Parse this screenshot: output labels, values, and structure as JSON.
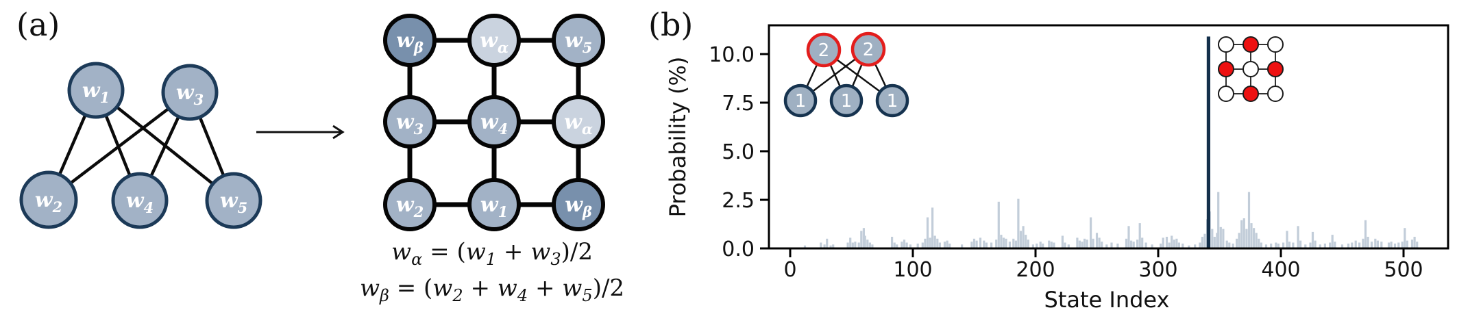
{
  "panel_a": {
    "label": "(a)",
    "left_graph": {
      "nodes": [
        {
          "base": "w",
          "sub": "1"
        },
        {
          "base": "w",
          "sub": "3"
        },
        {
          "base": "w",
          "sub": "2"
        },
        {
          "base": "w",
          "sub": "4"
        },
        {
          "base": "w",
          "sub": "5"
        }
      ]
    },
    "grid_graph": {
      "nodes": [
        {
          "base": "w",
          "sub": "β",
          "shade": "dark"
        },
        {
          "base": "w",
          "sub": "α",
          "shade": "light"
        },
        {
          "base": "w",
          "sub": "5",
          "shade": "medium"
        },
        {
          "base": "w",
          "sub": "3",
          "shade": "medium"
        },
        {
          "base": "w",
          "sub": "4",
          "shade": "medium"
        },
        {
          "base": "w",
          "sub": "α",
          "shade": "light"
        },
        {
          "base": "w",
          "sub": "2",
          "shade": "medium"
        },
        {
          "base": "w",
          "sub": "1",
          "shade": "medium"
        },
        {
          "base": "w",
          "sub": "β",
          "shade": "dark"
        }
      ]
    },
    "equations": {
      "eq1": {
        "w1": "w",
        "sub1": "α",
        "mid1": " = (",
        "w2": "w",
        "sub2": "1",
        "mid2": " + ",
        "w3": "w",
        "sub3": "3",
        "end": ")/2"
      },
      "eq2": {
        "w1": "w",
        "sub1": "β",
        "mid1": " = (",
        "w2": "w",
        "sub2": "2",
        "mid2": " + ",
        "w3": "w",
        "sub3": "4",
        "mid3": " + ",
        "w4": "w",
        "sub4": "5",
        "end": ")/2"
      }
    }
  },
  "panel_b": {
    "label": "(b)",
    "ylabel": "Probability (%)",
    "xlabel": "State Index",
    "y_ticks": [
      {
        "v": 0,
        "label": "0.0"
      },
      {
        "v": 2.5,
        "label": "2.5"
      },
      {
        "v": 5,
        "label": "5.0"
      },
      {
        "v": 7.5,
        "label": "7.5"
      },
      {
        "v": 10,
        "label": "10.0"
      }
    ],
    "x_ticks": [
      {
        "v": 0,
        "label": "0"
      },
      {
        "v": 100,
        "label": "100"
      },
      {
        "v": 200,
        "label": "200"
      },
      {
        "v": 300,
        "label": "300"
      },
      {
        "v": 400,
        "label": "400"
      },
      {
        "v": 500,
        "label": "500"
      }
    ],
    "inset_graph": {
      "top_labels": [
        "2",
        "2"
      ],
      "bottom_labels": [
        "1",
        "1",
        "1"
      ]
    },
    "inset_grid": {
      "cells": [
        "white",
        "red",
        "white",
        "red",
        "white",
        "red",
        "white",
        "red",
        "white"
      ]
    }
  },
  "chart_data": {
    "type": "bar",
    "title": "",
    "xlabel": "State Index",
    "ylabel": "Probability (%)",
    "xlim": [
      -17,
      536
    ],
    "ylim": [
      0,
      11.5
    ],
    "grid": false,
    "legend": "none",
    "highlight": {
      "state": 341,
      "value": 10.9
    },
    "bars": [
      [
        12,
        0.15
      ],
      [
        25,
        0.3
      ],
      [
        28,
        0.2
      ],
      [
        30,
        0.5
      ],
      [
        33,
        0.15
      ],
      [
        35,
        0.2
      ],
      [
        47,
        0.3
      ],
      [
        49,
        0.55
      ],
      [
        51,
        0.3
      ],
      [
        53,
        0.35
      ],
      [
        56,
        0.3
      ],
      [
        58,
        0.9
      ],
      [
        60,
        1.05
      ],
      [
        61,
        0.65
      ],
      [
        63,
        0.45
      ],
      [
        65,
        0.3
      ],
      [
        67,
        0.2
      ],
      [
        83,
        0.6
      ],
      [
        85,
        0.3
      ],
      [
        87,
        0.2
      ],
      [
        91,
        0.35
      ],
      [
        93,
        0.45
      ],
      [
        95,
        0.3
      ],
      [
        98,
        0.2
      ],
      [
        104,
        0.25
      ],
      [
        108,
        0.3
      ],
      [
        110,
        0.5
      ],
      [
        112,
        1.6
      ],
      [
        114,
        0.55
      ],
      [
        116,
        2.1
      ],
      [
        118,
        0.65
      ],
      [
        120,
        0.5
      ],
      [
        122,
        0.3
      ],
      [
        126,
        0.35
      ],
      [
        128,
        0.4
      ],
      [
        130,
        0.25
      ],
      [
        140,
        0.2
      ],
      [
        148,
        0.35
      ],
      [
        150,
        0.5
      ],
      [
        152,
        0.4
      ],
      [
        155,
        0.55
      ],
      [
        158,
        0.4
      ],
      [
        160,
        0.3
      ],
      [
        164,
        0.3
      ],
      [
        168,
        0.45
      ],
      [
        170,
        2.4
      ],
      [
        172,
        0.7
      ],
      [
        174,
        0.55
      ],
      [
        176,
        0.5
      ],
      [
        179,
        0.35
      ],
      [
        182,
        0.5
      ],
      [
        184,
        0.4
      ],
      [
        186,
        2.55
      ],
      [
        188,
        0.9
      ],
      [
        190,
        1.15
      ],
      [
        192,
        0.7
      ],
      [
        194,
        0.45
      ],
      [
        198,
        0.2
      ],
      [
        201,
        0.25
      ],
      [
        204,
        0.35
      ],
      [
        206,
        0.25
      ],
      [
        211,
        0.4
      ],
      [
        213,
        0.35
      ],
      [
        215,
        0.3
      ],
      [
        222,
        0.65
      ],
      [
        224,
        0.3
      ],
      [
        227,
        0.2
      ],
      [
        234,
        0.55
      ],
      [
        236,
        0.4
      ],
      [
        238,
        0.35
      ],
      [
        240,
        0.5
      ],
      [
        242,
        0.45
      ],
      [
        245,
        1.6
      ],
      [
        247,
        0.5
      ],
      [
        250,
        0.8
      ],
      [
        252,
        0.55
      ],
      [
        254,
        0.35
      ],
      [
        258,
        0.2
      ],
      [
        262,
        0.3
      ],
      [
        267,
        0.25
      ],
      [
        274,
        0.5
      ],
      [
        276,
        1.15
      ],
      [
        278,
        0.4
      ],
      [
        280,
        0.35
      ],
      [
        283,
        0.45
      ],
      [
        285,
        1.3
      ],
      [
        287,
        0.55
      ],
      [
        290,
        0.3
      ],
      [
        295,
        0.2
      ],
      [
        302,
        0.25
      ],
      [
        304,
        0.55
      ],
      [
        307,
        0.6
      ],
      [
        309,
        0.3
      ],
      [
        311,
        0.65
      ],
      [
        313,
        0.45
      ],
      [
        315,
        0.5
      ],
      [
        317,
        0.3
      ],
      [
        320,
        0.25
      ],
      [
        325,
        0.15
      ],
      [
        330,
        0.2
      ],
      [
        334,
        0.3
      ],
      [
        336,
        0.6
      ],
      [
        338,
        0.75
      ],
      [
        340,
        1.5
      ],
      [
        342,
        1.9
      ],
      [
        344,
        1.0
      ],
      [
        346,
        0.6
      ],
      [
        348,
        0.8
      ],
      [
        349,
        2.9
      ],
      [
        351,
        1.1
      ],
      [
        353,
        1.0
      ],
      [
        356,
        0.4
      ],
      [
        358,
        0.3
      ],
      [
        361,
        0.25
      ],
      [
        364,
        0.5
      ],
      [
        366,
        0.8
      ],
      [
        368,
        1.45
      ],
      [
        370,
        1.55
      ],
      [
        372,
        1.0
      ],
      [
        374,
        2.9
      ],
      [
        376,
        1.3
      ],
      [
        378,
        1.05
      ],
      [
        380,
        0.8
      ],
      [
        382,
        0.5
      ],
      [
        384,
        0.3
      ],
      [
        388,
        0.2
      ],
      [
        392,
        0.25
      ],
      [
        396,
        0.3
      ],
      [
        398,
        0.25
      ],
      [
        402,
        0.3
      ],
      [
        405,
        0.9
      ],
      [
        407,
        0.35
      ],
      [
        410,
        0.3
      ],
      [
        414,
        1.15
      ],
      [
        416,
        0.4
      ],
      [
        420,
        0.2
      ],
      [
        424,
        0.3
      ],
      [
        426,
        0.85
      ],
      [
        428,
        0.4
      ],
      [
        432,
        0.2
      ],
      [
        436,
        0.25
      ],
      [
        440,
        0.3
      ],
      [
        442,
        0.7
      ],
      [
        444,
        0.35
      ],
      [
        450,
        0.2
      ],
      [
        455,
        0.25
      ],
      [
        458,
        0.3
      ],
      [
        461,
        0.4
      ],
      [
        464,
        0.3
      ],
      [
        467,
        0.5
      ],
      [
        469,
        1.45
      ],
      [
        471,
        0.6
      ],
      [
        474,
        0.35
      ],
      [
        477,
        0.5
      ],
      [
        479,
        0.4
      ],
      [
        482,
        0.35
      ],
      [
        488,
        0.3
      ],
      [
        490,
        0.35
      ],
      [
        493,
        0.25
      ],
      [
        496,
        0.3
      ],
      [
        499,
        0.35
      ],
      [
        501,
        1.05
      ],
      [
        503,
        0.4
      ],
      [
        507,
        0.45
      ],
      [
        509,
        0.6
      ],
      [
        511,
        0.35
      ]
    ]
  },
  "colors": {
    "node_medium": "#a2b2c6",
    "node_light": "#cad3df",
    "node_dark": "#7890ac",
    "node_stroke_navy": "#1c3a58",
    "edge_black": "#0b0b0b",
    "bar_light": "#c2cdd9",
    "bar_navy": "#14304b",
    "red_stroke": "#e31d1c",
    "red_fill": "#ee1111",
    "axis": "#000000",
    "white": "#ffffff"
  }
}
